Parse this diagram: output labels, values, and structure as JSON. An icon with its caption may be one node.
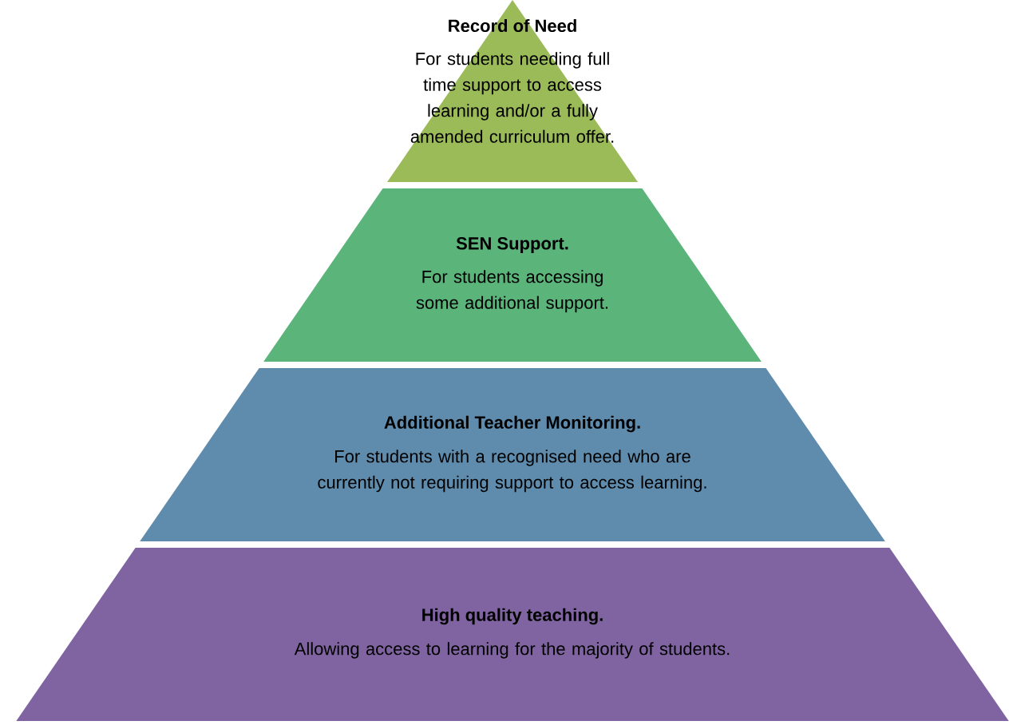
{
  "diagram": {
    "nodes": [
      {
        "text": [
          "Record of Need",
          "For students needing full time support to access learning and/or a fully amended curriculum offer."
        ]
      },
      {
        "text": [
          "SEN Support.",
          "For students accessing some additional support."
        ]
      },
      {
        "text": [
          "Additional Teacher Monitoring.",
          "For students with a recognised need who are currently not requiring support to access learning."
        ]
      },
      {
        "text": [
          "High quality teaching.",
          "Allowing access to learning for the majority of students."
        ]
      }
    ]
  }
}
